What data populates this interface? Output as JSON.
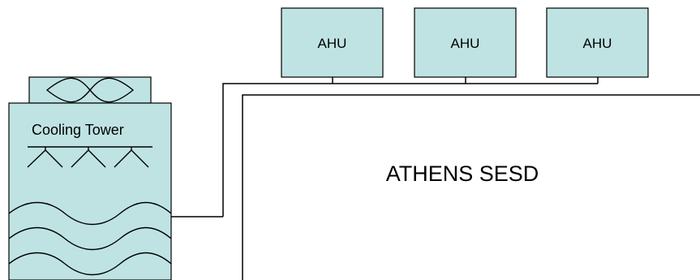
{
  "colors": {
    "box_fill": "#BFE3E3",
    "stroke": "#000000",
    "background": "#FFFFFF"
  },
  "ahus": [
    {
      "label": "AHU"
    },
    {
      "label": "AHU"
    },
    {
      "label": "AHU"
    }
  ],
  "cooling_tower": {
    "label": "Cooling Tower",
    "fan_icon": "fan-icon",
    "spray_icon": "spray-nozzle-icon",
    "water_icon": "water-wave-icon"
  },
  "building": {
    "label": "ATHENS SESD"
  },
  "flow": {
    "arrow_icon": "arrow-left-icon"
  }
}
